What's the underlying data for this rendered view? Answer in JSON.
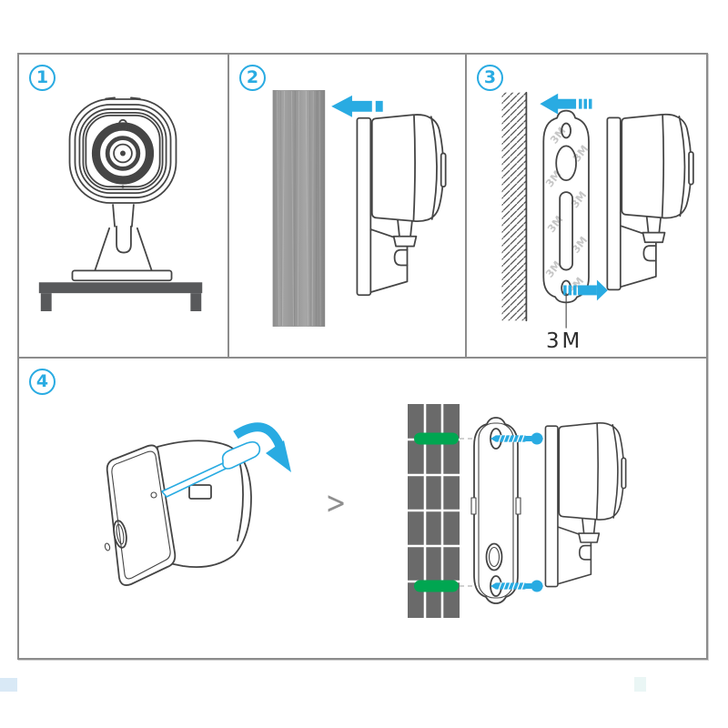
{
  "diagram": {
    "steps": [
      {
        "number": "1"
      },
      {
        "number": "2"
      },
      {
        "number": "3"
      },
      {
        "number": "4"
      }
    ],
    "adhesive_label": "3M",
    "adhesive_watermark": "3M",
    "transition_chevron": ">",
    "colors": {
      "accent": "#29ABE2",
      "anchor_green": "#00A651",
      "line": "#454545",
      "tile_gray": "#6a6a6a",
      "table_gray": "#58595B",
      "border_gray": "#8c8c8c",
      "watermark_gray": "#c6c6c6",
      "wall_texture_gray": "#9d9d9d",
      "label_dark": "#2e2e2e"
    }
  }
}
